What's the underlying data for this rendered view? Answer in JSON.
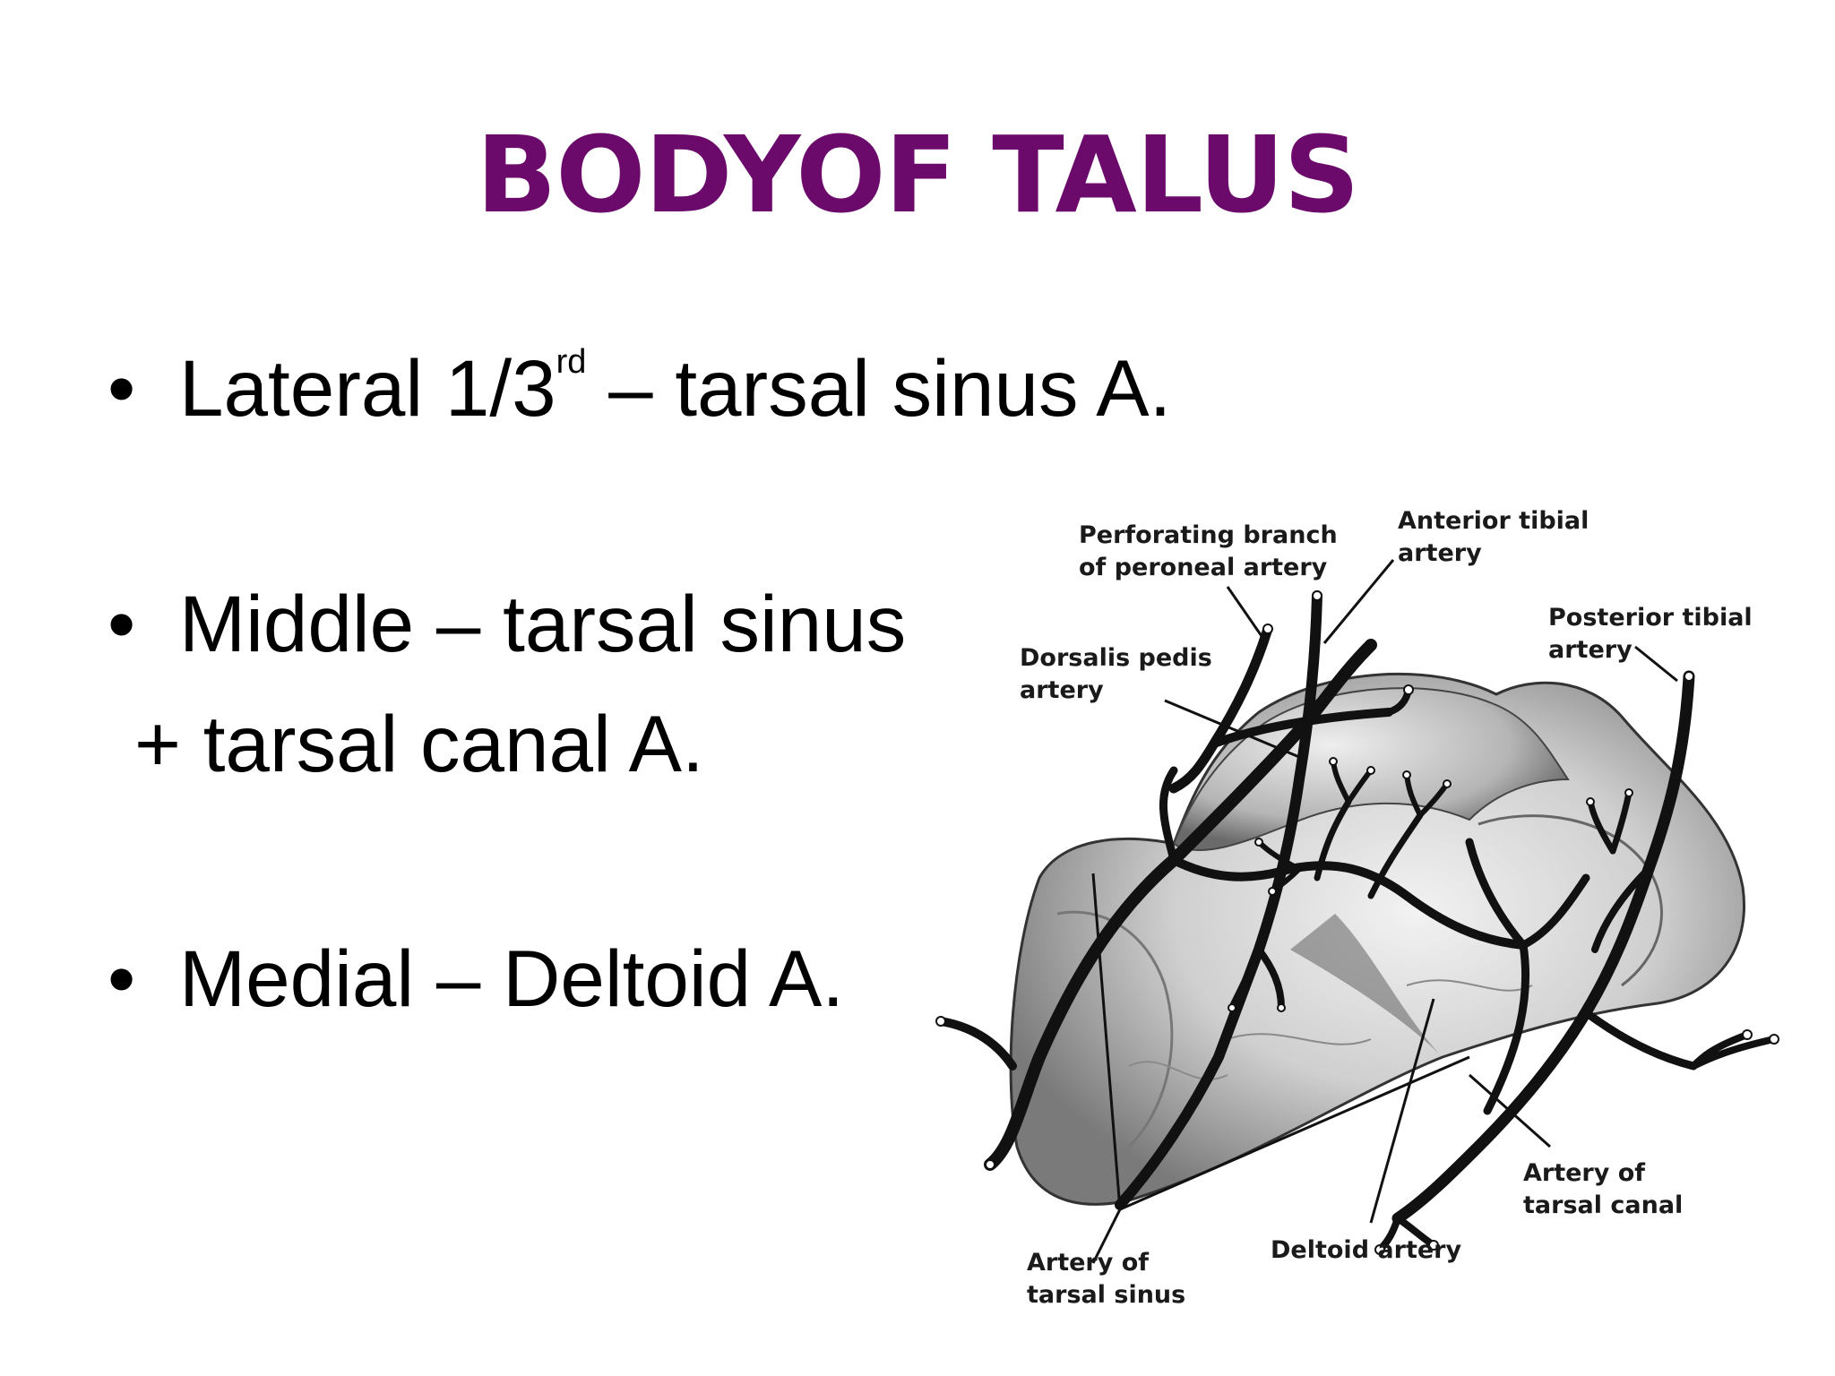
{
  "title": "BODYOF TALUS",
  "bullets": [
    {
      "marker": "•",
      "text_before": "Lateral 1/3",
      "superscript": "rd",
      "text_after": " – tarsal sinus A."
    },
    {
      "marker": "•",
      "text": "Middle – tarsal sinus"
    },
    {
      "continuation": "+ tarsal canal A."
    },
    {
      "marker": "•",
      "text": "Medial – Deltoid A."
    }
  ],
  "figure": {
    "labels": {
      "perforating_1": "Perforating branch",
      "perforating_2": "of peroneal artery",
      "anterior_tibial_1": "Anterior tibial",
      "anterior_tibial_2": "artery",
      "posterior_tibial_1": "Posterior tibial",
      "posterior_tibial_2": "artery",
      "dorsalis_pedis_1": "Dorsalis pedis",
      "dorsalis_pedis_2": "artery",
      "tarsal_canal_1": "Artery of",
      "tarsal_canal_2": "tarsal canal",
      "deltoid": "Deltoid artery",
      "tarsal_sinus_1": "Artery of",
      "tarsal_sinus_2": "tarsal sinus"
    }
  }
}
